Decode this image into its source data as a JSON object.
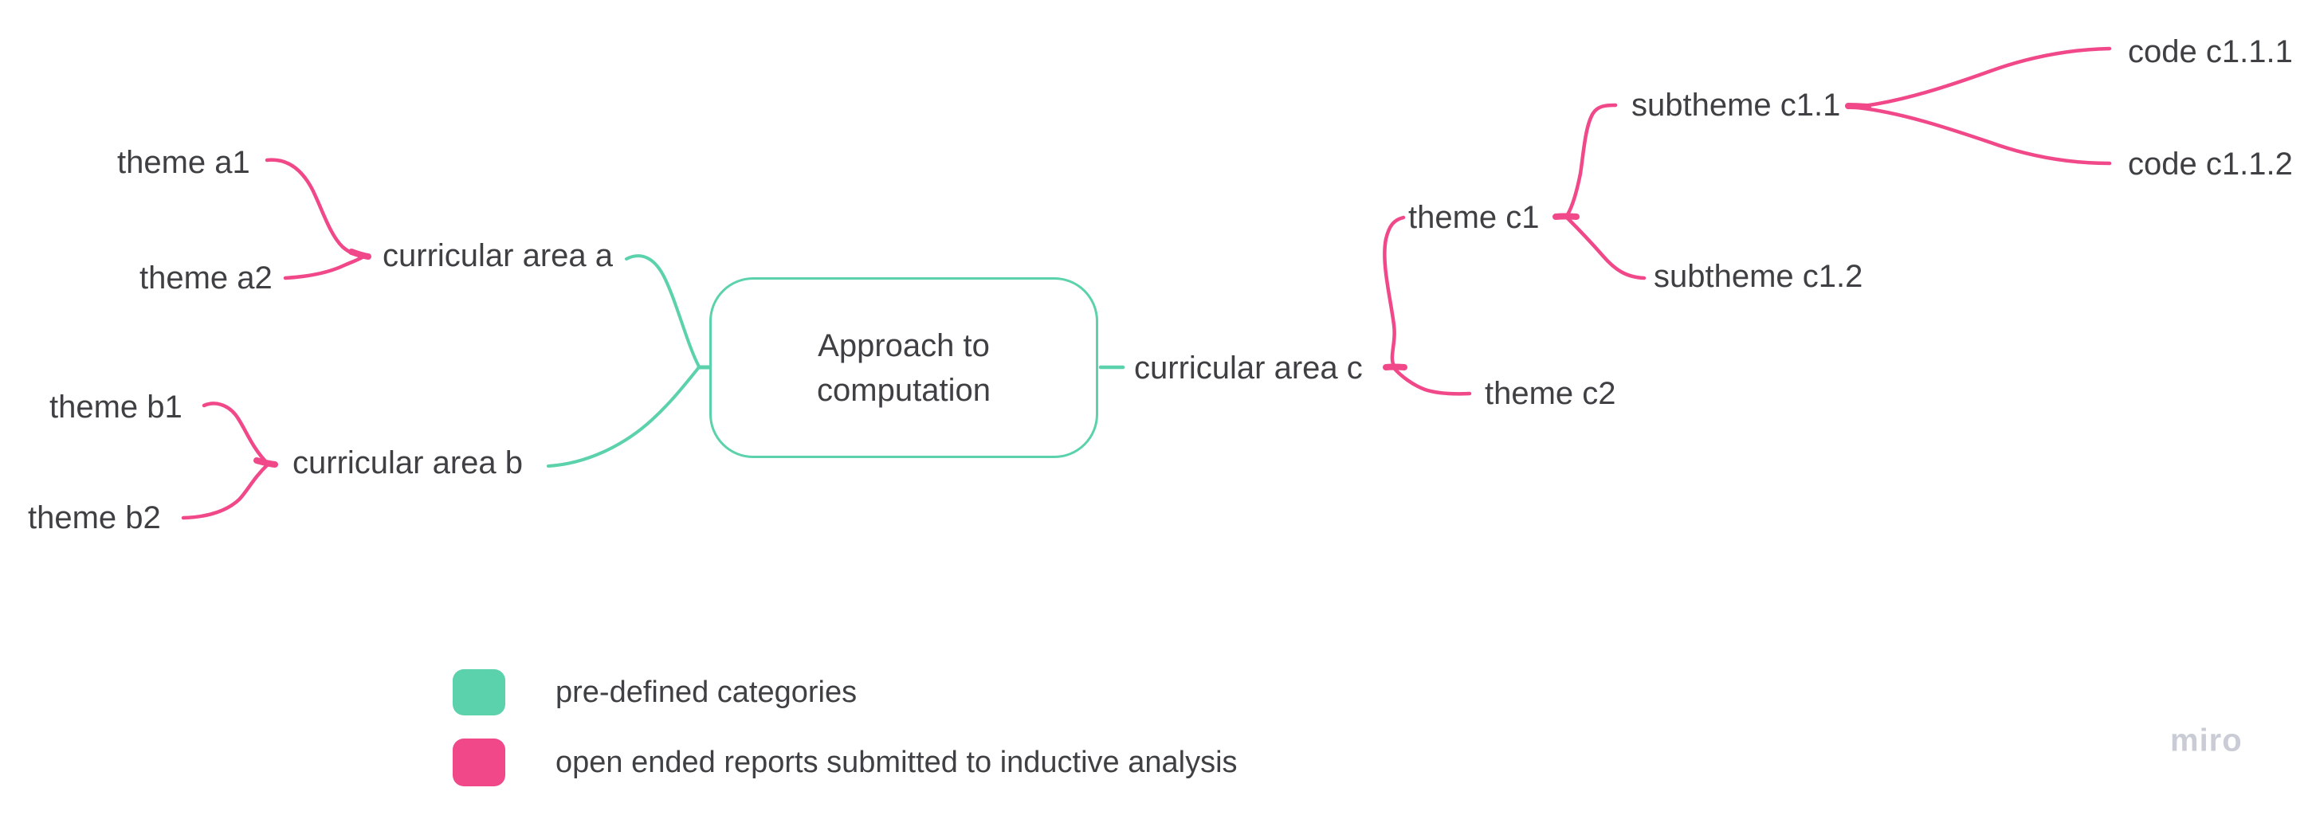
{
  "title": "Approach to\ncomputation",
  "nodes": {
    "theme_a1": "theme a1",
    "theme_a2": "theme a2",
    "curricular_area_a": "curricular area a",
    "theme_b1": "theme b1",
    "theme_b2": "theme b2",
    "curricular_area_b": "curricular area b",
    "curricular_area_c": "curricular area c",
    "theme_c1": "theme c1",
    "theme_c2": "theme c2",
    "subtheme_c11": "subtheme c1.1",
    "subtheme_c12": "subtheme c1.2",
    "code_c111": "code c1.1.1",
    "code_c112": "code c1.1.2"
  },
  "colors": {
    "predefined": "#5bd2ab",
    "inductive": "#f04889",
    "text": "#3e4043",
    "watermark": "#c9ccd4"
  },
  "legend": {
    "items": [
      {
        "label": "pre-defined categories",
        "color": "#5bd2ab"
      },
      {
        "label": "open ended reports submitted to inductive analysis",
        "color": "#f04889"
      }
    ]
  },
  "watermark": "miro"
}
